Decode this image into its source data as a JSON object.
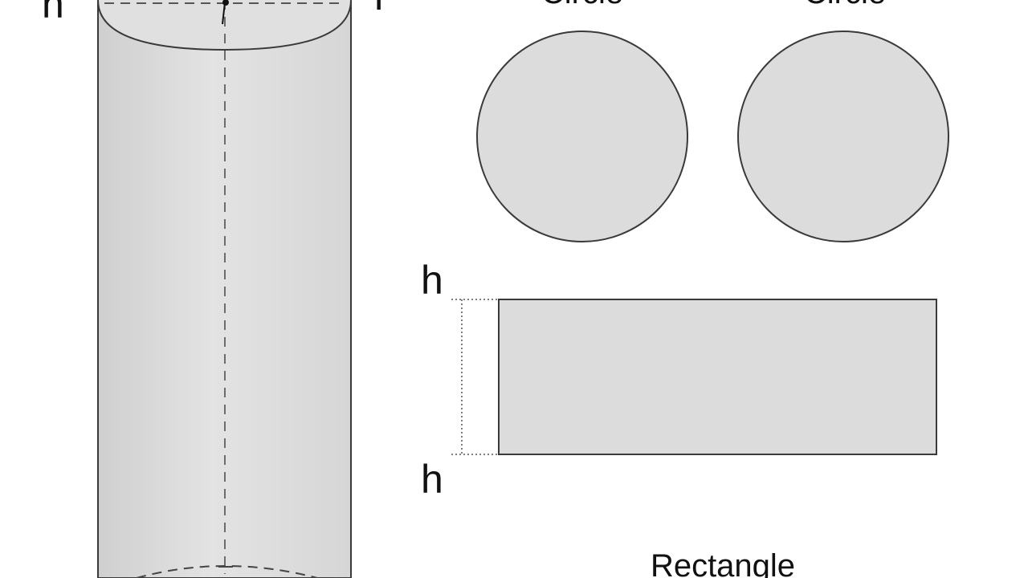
{
  "diagram": {
    "labels": {
      "cylinder_left": "h",
      "cylinder_right": "r",
      "circle_top_left": "Circle",
      "circle_top_right": "Circle",
      "rect_top": "h",
      "rect_bottom": "h",
      "rect_caption": "Rectangle"
    },
    "colors": {
      "fill": "#dcdcdc",
      "stroke": "#3a3a3a",
      "text": "#111111"
    }
  }
}
